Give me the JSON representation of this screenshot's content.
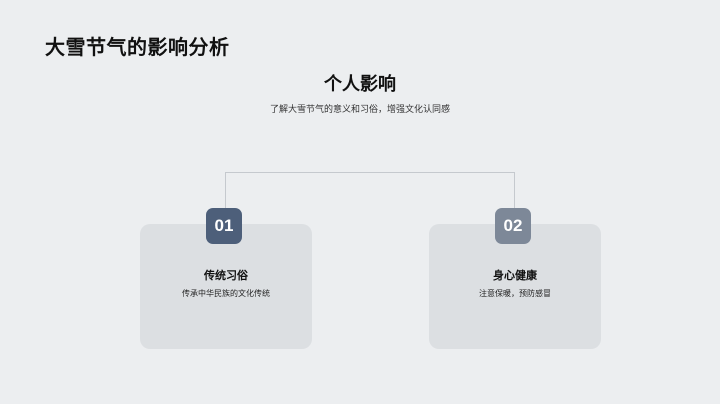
{
  "slide": {
    "title": "大雪节气的影响分析"
  },
  "section": {
    "title": "个人影响",
    "description": "了解大雪节气的意义和习俗，增强文化认同感"
  },
  "cards": [
    {
      "number": "01",
      "title": "传统习俗",
      "description": "传承中华民族的文化传统",
      "badge_color": "#4d5f7a"
    },
    {
      "number": "02",
      "title": "身心健康",
      "description": "注意保暖，预防感冒",
      "badge_color": "#7d8898"
    }
  ],
  "colors": {
    "background": "#eceef0",
    "card_background": "#dcdfe2",
    "connector": "#c5c9ce"
  }
}
